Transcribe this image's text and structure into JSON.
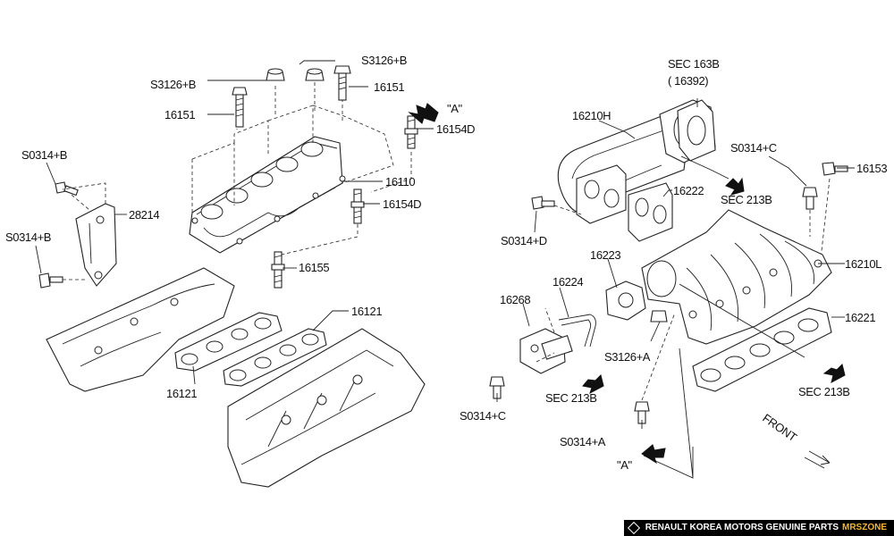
{
  "labels": {
    "s3126b_top": "S3126+B",
    "s3126b_left": "S3126+B",
    "p16151_right": "16151",
    "p16151_left": "16151",
    "ref_a_top": "\"A\"",
    "p16154d_top": "16154D",
    "p16110": "16110",
    "p16154d_mid": "16154D",
    "p16155": "16155",
    "s0314b_top": "S0314+B",
    "p28214": "28214",
    "s0314b_bottom": "S0314+B",
    "p16121_right": "16121",
    "p16121_left": "16121",
    "sec163b": "SEC 163B",
    "p16392": "( 16392)",
    "p16210h": "16210H",
    "s0314c_top": "S0314+C",
    "p16153": "16153",
    "p16222": "16222",
    "sec213b_top": "SEC 213B",
    "s0314d": "S0314+D",
    "p16223": "16223",
    "p16224": "16224",
    "p16268": "16268",
    "p16210l": "16210L",
    "p16221": "16221",
    "s3126a": "S3126+A",
    "sec213b_right": "SEC 213B",
    "sec213b_bottom": "SEC 213B",
    "s0314c_bottom": "S0314+C",
    "s0314a": "S0314+A",
    "ref_a_bottom": "\"A\"",
    "front": "FRONT"
  },
  "footer": {
    "text": "RENAULT KOREA MOTORS GENUINE PARTS",
    "brand": "MRSZONE"
  }
}
